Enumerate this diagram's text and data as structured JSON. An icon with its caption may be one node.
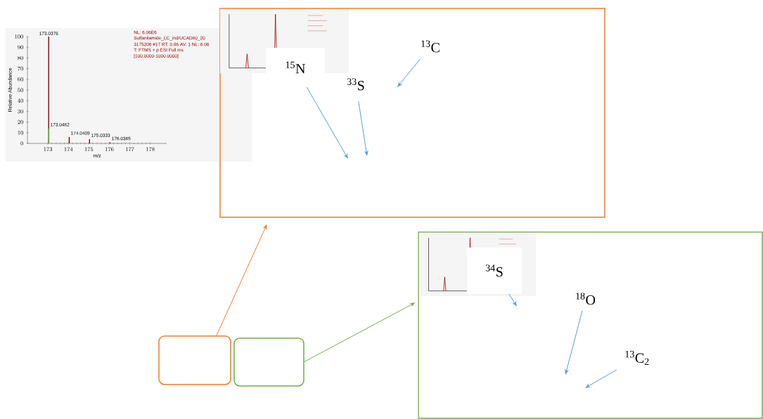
{
  "diagram": {
    "nodes": [
      {
        "text": [],
        "shape": "box"
      },
      {
        "text": [],
        "shape": "picture",
        "in": 0
      },
      {
        "text": [
          "$^{15}$N"
        ],
        "in": 0
      },
      {
        "text": [
          "$^{33}$S"
        ],
        "in": 0
      },
      {
        "text": [
          "$^{13}$C"
        ],
        "in": 0
      },
      {
        "text": [],
        "shape": "box"
      },
      {
        "text": [],
        "shape": "picture",
        "in": 5
      },
      {
        "text": [
          "$^{34}$S"
        ],
        "in": 6
      },
      {
        "text": [
          "$^{18}$O"
        ],
        "in": 5
      },
      {
        "text": [
          "$^{13}$C$_{2}$"
        ],
        "in": 5
      },
      {
        "text": [],
        "shape": "box"
      },
      {
        "text": [],
        "shape": "box"
      }
    ],
    "edges": [
      {
        "from": 10,
        "to": 0,
        "arrow": "to",
        "color": "#ed7d31"
      },
      {
        "from": 11,
        "to": 5,
        "arrow": "to",
        "color": "#70ad47"
      },
      {
        "from": 2,
        "to": null,
        "arrow": "to"
      },
      {
        "from": 3,
        "to": null,
        "arrow": "to"
      },
      {
        "from": 4,
        "to": null,
        "arrow": "to"
      },
      {
        "from": 7,
        "to": null,
        "arrow": "to"
      },
      {
        "from": 8,
        "to": null,
        "arrow": "to"
      },
      {
        "from": 9,
        "to": null,
        "arrow": "to"
      }
    ],
    "labels": [
      "NL: 6.06E6",
      "Sulfanilamide_LC_ind/UCAD60_20",
      "3175206 #17 RT: 0.86 AV: 1 NL: 6.06",
      "T: FTMS + p ESI Full ms",
      "[100.0000-1000.0000]"
    ],
    "chart_data": {
      "type": "bar",
      "xlabel": "m/z",
      "ylabel": "Relative Abundance",
      "x": [
        173.0376,
        173.0462,
        174.0409,
        175.0333,
        176.0365
      ],
      "series": [
        {
          "color": "#8b0000",
          "values": [
            100,
            null,
            6,
            4,
            1
          ]
        },
        {
          "color": "#33cc33",
          "values": [
            null,
            14,
            null,
            null,
            null
          ]
        }
      ],
      "xlim": [
        172,
        178.8
      ],
      "ylim": [
        0,
        100
      ],
      "xticks": [
        173,
        174,
        175,
        176,
        177,
        178
      ],
      "yticks": [
        0,
        10,
        20,
        30,
        40,
        50,
        60,
        70,
        80,
        90,
        100
      ],
      "annotations": [
        {
          "x": 173.0376,
          "y": 100,
          "text": "173.0376"
        },
        {
          "x": 173.0462,
          "y": 14,
          "text": "173.0462"
        },
        {
          "x": 174.0409,
          "y": 6,
          "text": "174.0409"
        },
        {
          "x": 175.0333,
          "y": 4,
          "text": "175.0333"
        },
        {
          "x": 176.0365,
          "y": 1,
          "text": "176.0365"
        }
      ]
    }
  }
}
